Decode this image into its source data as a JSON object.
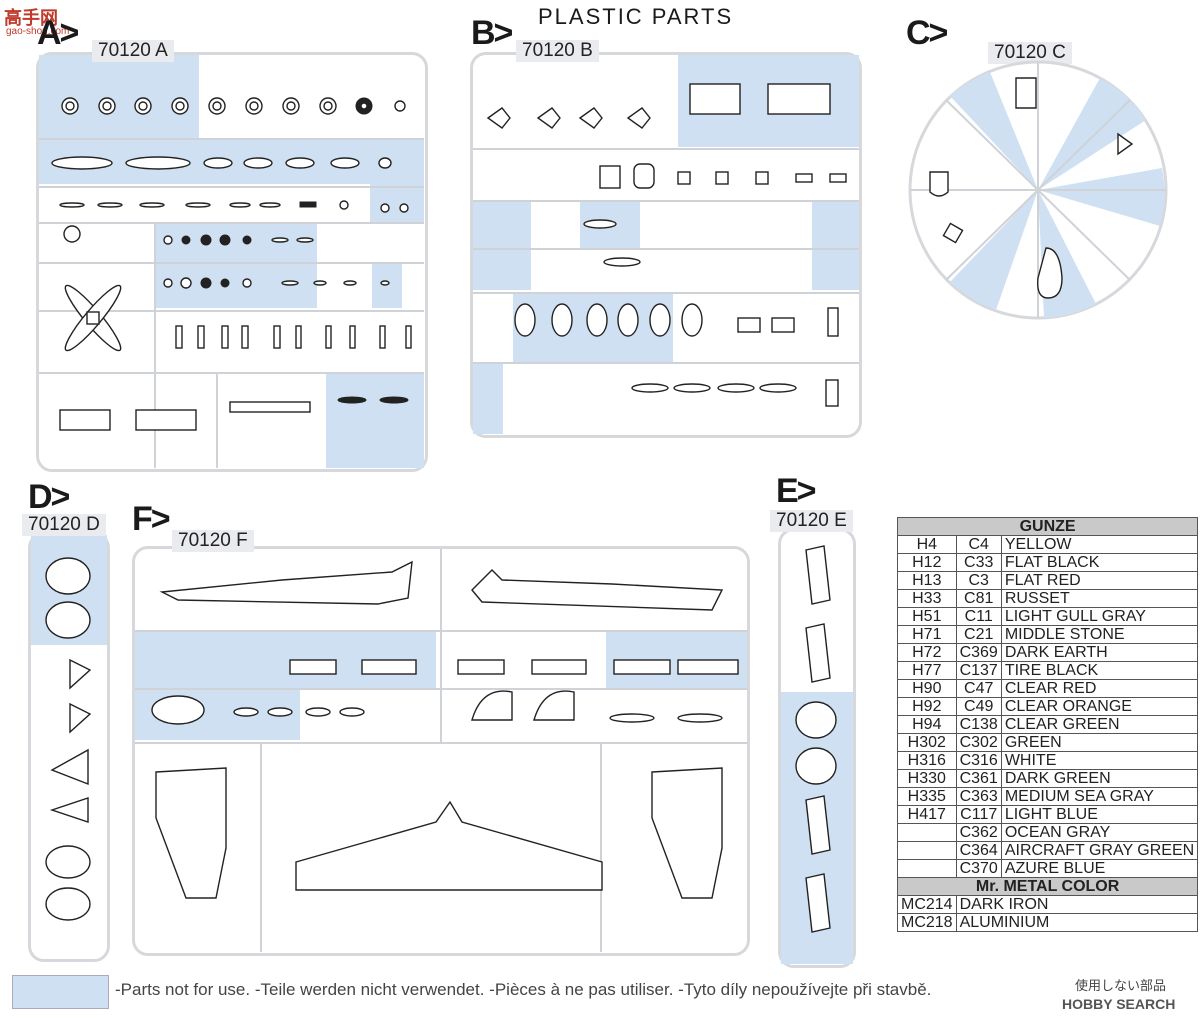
{
  "header": {
    "title": "PLASTIC PARTS",
    "site_logo": "高手网",
    "site_url": "gao-shou.com"
  },
  "sprues": [
    {
      "letter": "A>",
      "code": "70120 A"
    },
    {
      "letter": "B>",
      "code": "70120 B"
    },
    {
      "letter": "C>",
      "code": "70120 C"
    },
    {
      "letter": "D>",
      "code": "70120 D"
    },
    {
      "letter": "E>",
      "code": "70120 E"
    },
    {
      "letter": "F>",
      "code": "70120 F"
    }
  ],
  "paint_table": {
    "gunze_header": "GUNZE",
    "gunze": [
      {
        "h": "H4",
        "c": "C4",
        "name": "YELLOW"
      },
      {
        "h": "H12",
        "c": "C33",
        "name": "FLAT BLACK"
      },
      {
        "h": "H13",
        "c": "C3",
        "name": "FLAT RED"
      },
      {
        "h": "H33",
        "c": "C81",
        "name": "RUSSET"
      },
      {
        "h": "H51",
        "c": "C11",
        "name": "LIGHT GULL GRAY"
      },
      {
        "h": "H71",
        "c": "C21",
        "name": "MIDDLE STONE"
      },
      {
        "h": "H72",
        "c": "C369",
        "name": "DARK EARTH"
      },
      {
        "h": "H77",
        "c": "C137",
        "name": "TIRE BLACK"
      },
      {
        "h": "H90",
        "c": "C47",
        "name": "CLEAR RED"
      },
      {
        "h": "H92",
        "c": "C49",
        "name": "CLEAR ORANGE"
      },
      {
        "h": "H94",
        "c": "C138",
        "name": "CLEAR GREEN"
      },
      {
        "h": "H302",
        "c": "C302",
        "name": "GREEN"
      },
      {
        "h": "H316",
        "c": "C316",
        "name": "WHITE"
      },
      {
        "h": "H330",
        "c": "C361",
        "name": "DARK GREEN"
      },
      {
        "h": "H335",
        "c": "C363",
        "name": "MEDIUM SEA GRAY"
      },
      {
        "h": "H417",
        "c": "C117",
        "name": "LIGHT BLUE"
      },
      {
        "h": "",
        "c": "C362",
        "name": "OCEAN GRAY"
      },
      {
        "h": "",
        "c": "C364",
        "name": "AIRCRAFT GRAY GREEN"
      },
      {
        "h": "",
        "c": "C370",
        "name": "AZURE BLUE"
      }
    ],
    "metal_header": "Mr. METAL COLOR",
    "metal": [
      {
        "code": "MC214",
        "name": "DARK IRON"
      },
      {
        "code": "MC218",
        "name": "ALUMINIUM"
      }
    ]
  },
  "legend": {
    "text": "-Parts not for use. -Teile werden nicht verwendet. -Pièces à ne pas utiliser. -Tyto díly nepoužívejte při stavbě.",
    "japanese": "使用しない部品",
    "brand": "HOBBY SEARCH"
  },
  "colors": {
    "unused_highlight": "#cfe0f2",
    "sprue": "#d6d8dc"
  }
}
